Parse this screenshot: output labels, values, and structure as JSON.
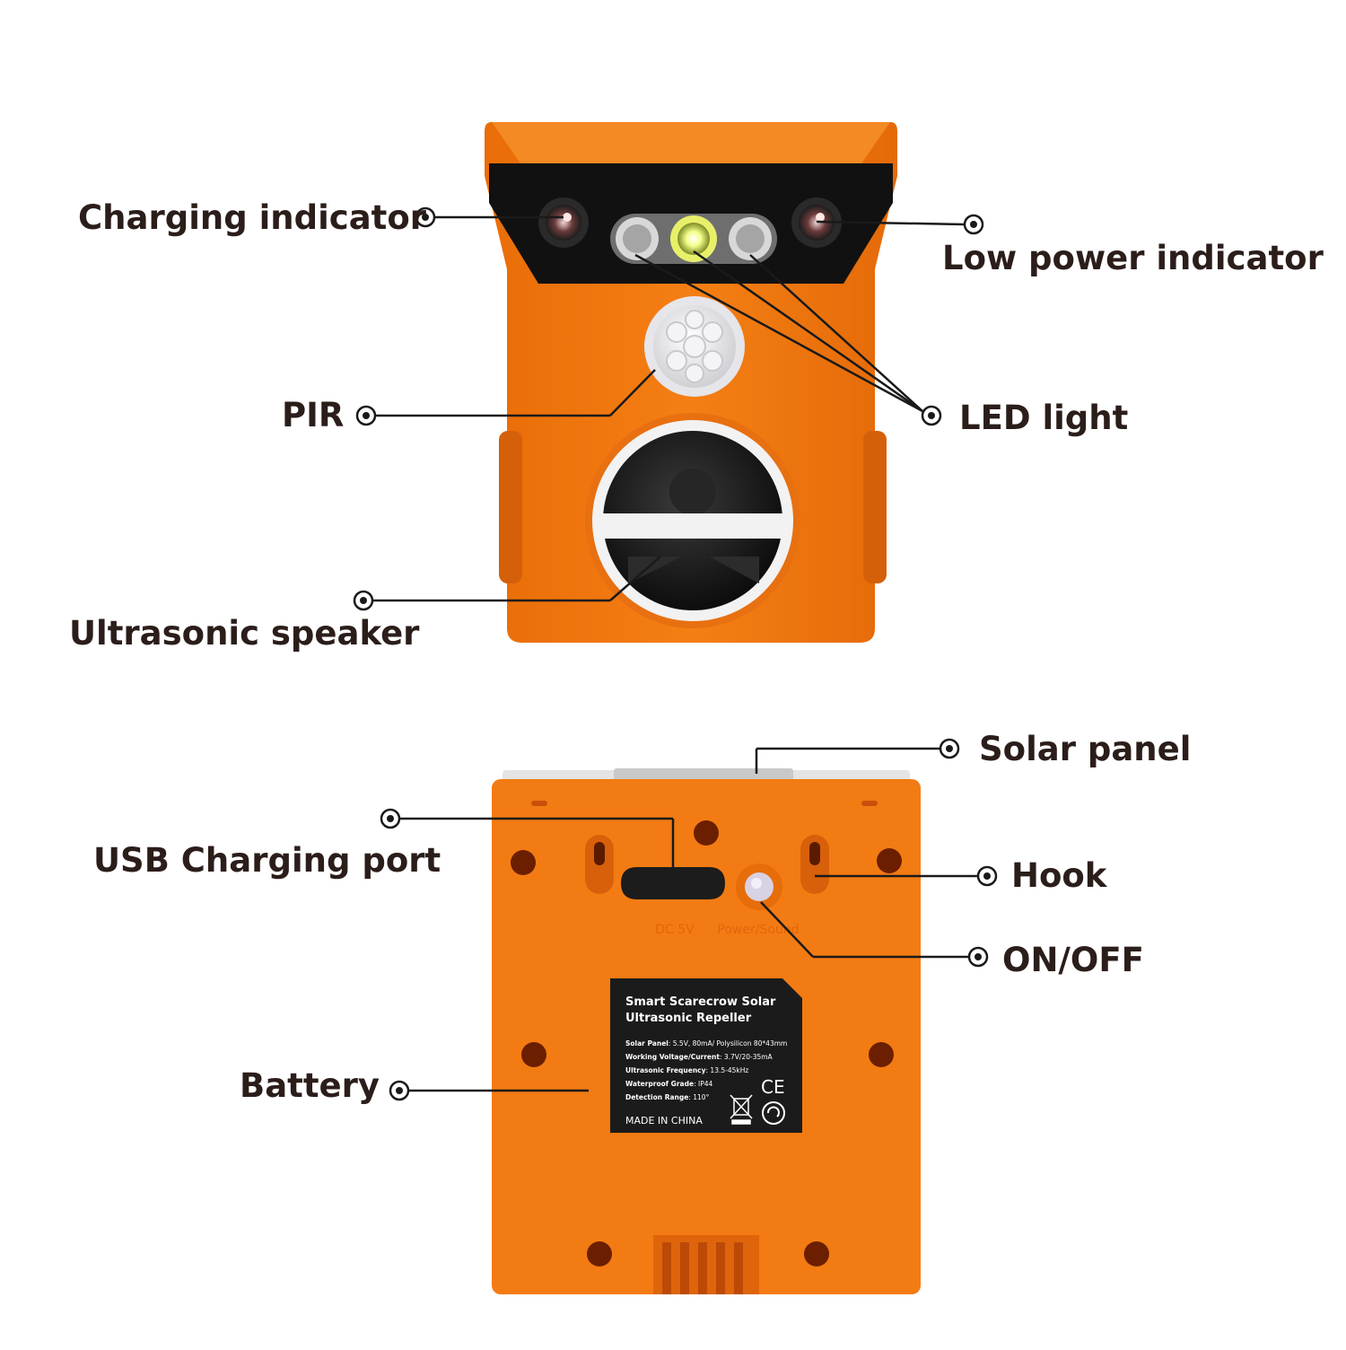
{
  "callouts": {
    "charging_indicator": "Charging indicator",
    "low_power_indicator": "Low power indicator",
    "pir": "PIR",
    "led_light": "LED light",
    "ultrasonic_speaker": "Ultrasonic speaker",
    "solar_panel": "Solar panel",
    "usb_charging_port": "USB Charging port",
    "hook": "Hook",
    "on_off": "ON/OFF",
    "battery": "Battery"
  },
  "device_markings": {
    "dc": "DC 5V",
    "power_sound": "Power/Sound"
  },
  "label_plate": {
    "title_line1": "Smart Scarecrow Solar",
    "title_line2": "Ultrasonic Repeller",
    "specs": [
      {
        "key": "Solar Panel",
        "value": "5.5V, 80mA/ Polysilicon 80*43mm"
      },
      {
        "key": "Working Voltage/Current",
        "value": "3.7V/20-35mA"
      },
      {
        "key": "Ultrasonic Frequency",
        "value": "13.5-45kHz"
      },
      {
        "key": "Waterproof Grade",
        "value": "IP44"
      },
      {
        "key": "Detection Range",
        "value": "110°"
      }
    ],
    "origin": "MADE IN CHINA",
    "ce_mark": "CE"
  },
  "colors": {
    "body_orange": "#f27a12",
    "body_dark_orange": "#d8620a",
    "text_dark": "#2b1e1a",
    "plate_black": "#1b1b1b"
  }
}
